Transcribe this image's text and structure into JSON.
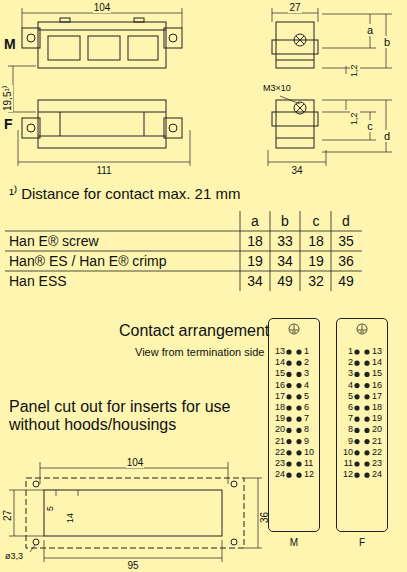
{
  "diagram": {
    "nodes": [
      {
        "text": [
          "13",
          "1",
          "14",
          "2",
          "15",
          "3",
          "16",
          "4",
          "17",
          "5",
          "18",
          "6",
          "19",
          "7",
          "20",
          "8",
          "21",
          "9",
          "22",
          "10",
          "23",
          "11",
          "24",
          "12",
          "M"
        ]
      },
      {
        "text": [
          "1",
          "13",
          "2",
          "14",
          "3",
          "15",
          "4",
          "16",
          "5",
          "17",
          "6",
          "18",
          "7",
          "19",
          "8",
          "20",
          "9",
          "21",
          "10",
          "22",
          "11",
          "23",
          "12",
          "24",
          "F"
        ]
      }
    ],
    "labels": [
      "104",
      "27",
      "M",
      "a",
      "b",
      "1,2",
      "19,5¹⁾",
      "M3×10",
      "1,2",
      "F",
      "c",
      "d",
      "111",
      "34",
      "¹⁾ Distance for contact max. 21 mm",
      "a",
      "b",
      "c",
      "d",
      "Han E® screw",
      "18",
      "33",
      "18",
      "35",
      "Han® ES / Han E® crimp",
      "19",
      "34",
      "19",
      "36",
      "Han ESS",
      "34",
      "49",
      "32",
      "49",
      "Contact arrangement",
      "View from termination side",
      "Panel cut out for inserts for use without hoods/housings",
      "104",
      "27",
      "5",
      "14",
      "36",
      "ø3,3",
      "95"
    ]
  }
}
